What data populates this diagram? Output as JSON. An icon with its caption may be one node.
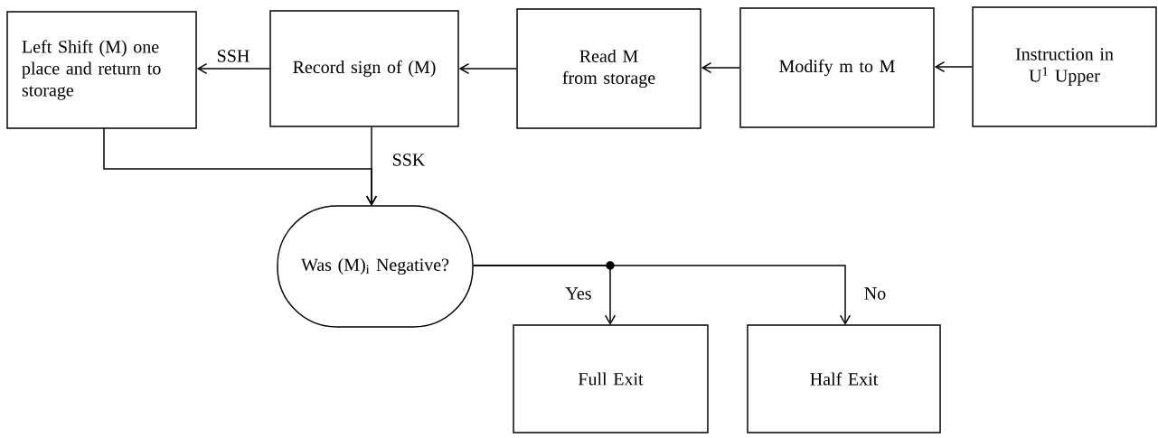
{
  "diagram": {
    "nodes": [
      {
        "text": [
          "Left Shift (M) one place and return to storage"
        ]
      },
      {
        "text": [
          "Record sign of (M)"
        ]
      },
      {
        "text": [
          "Read M from storage"
        ]
      },
      {
        "text": [
          "Modify m to M"
        ]
      },
      {
        "text": [
          "Instruction in U$^{1}$ Upper"
        ]
      },
      {
        "text": [
          "Was (M)$_{i}$ Negative?"
        ]
      },
      {
        "text": [
          "Full Exit"
        ]
      },
      {
        "text": [
          "Half Exit"
        ]
      }
    ],
    "edges": [
      {
        "from": 4,
        "to": 3,
        "arrow": "to"
      },
      {
        "from": 3,
        "to": 2,
        "arrow": "to"
      },
      {
        "from": 2,
        "to": 1,
        "arrow": "to"
      },
      {
        "from": 1,
        "to": 0,
        "label": "SSH",
        "arrow": "to"
      },
      {
        "from": 1,
        "to": 5,
        "label": "SSK",
        "arrow": "to"
      },
      {
        "from": 0,
        "to": 5,
        "arrow": "to"
      },
      {
        "from": 5,
        "to": 6,
        "label": "Yes",
        "arrow": "to"
      },
      {
        "from": 5,
        "to": 7,
        "label": "No",
        "arrow": "to"
      }
    ]
  }
}
